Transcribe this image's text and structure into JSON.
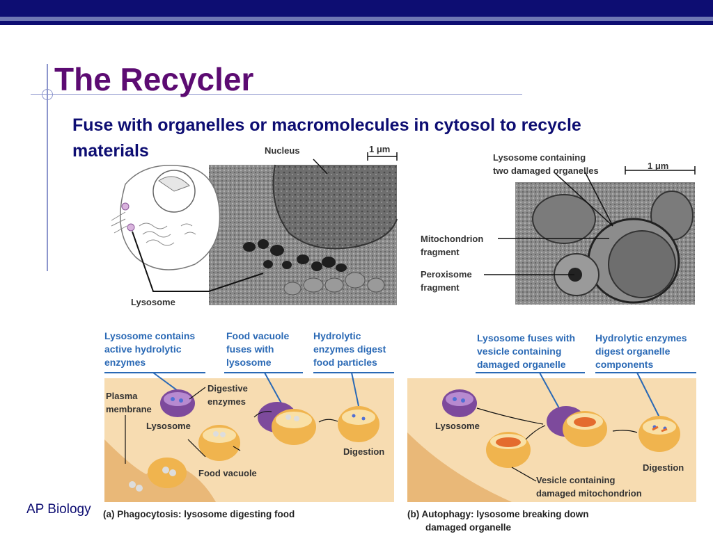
{
  "slide": {
    "title": "The Recycler",
    "bullet": "Fuse with organelles or macromolecules in cytosol to recycle materials",
    "footer": "AP Biology"
  },
  "micrograph_left": {
    "nucleus_label": "Nucleus",
    "scale_label": "1 μm",
    "lysosome_label": "Lysosome"
  },
  "micrograph_right": {
    "top_label_1": "Lysosome containing",
    "top_label_2": "two damaged organelles",
    "scale_label": "1 μm",
    "mito_label_1": "Mitochondrion",
    "mito_label_2": "fragment",
    "perox_label_1": "Peroxisome",
    "perox_label_2": "fragment"
  },
  "phagocytosis": {
    "step1_1": "Lysosome contains",
    "step1_2": "active hydrolytic",
    "step1_3": "enzymes",
    "step2_1": "Food vacuole",
    "step2_2": "fuses with",
    "step2_3": "lysosome",
    "step3_1": "Hydrolytic",
    "step3_2": "enzymes digest",
    "step3_3": "food particles",
    "plasma_1": "Plasma",
    "plasma_2": "membrane",
    "digestive_1": "Digestive",
    "digestive_2": "enzymes",
    "lysosome": "Lysosome",
    "food_vacuole": "Food vacuole",
    "digestion": "Digestion",
    "caption": "(a) Phagocytosis: lysosome digesting food"
  },
  "autophagy": {
    "step1_1": "Lysosome fuses with",
    "step1_2": "vesicle containing",
    "step1_3": "damaged organelle",
    "step2_1": "Hydrolytic enzymes",
    "step2_2": "digest organelle",
    "step2_3": "components",
    "lysosome": "Lysosome",
    "digestion": "Digestion",
    "vesicle_1": "Vesicle containing",
    "vesicle_2": "damaged mitochondrion",
    "caption_1": "(b) Autophagy: lysosome breaking down",
    "caption_2": "damaged organelle"
  },
  "colors": {
    "header_bar": "#0d0d72",
    "header_stripe": "#6f77b3",
    "title": "#5c0b72",
    "bullet": "#0d0d72",
    "step_label": "#2a69b5",
    "panel_bg": "#f7dcb1",
    "lysosome": "#7d4a9c"
  }
}
